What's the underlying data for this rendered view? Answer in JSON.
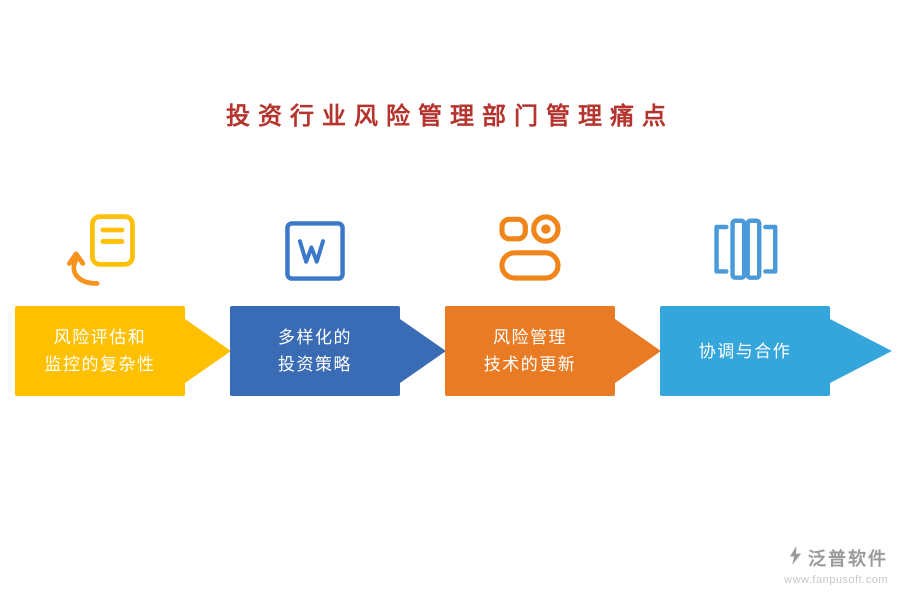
{
  "title": {
    "text": "投资行业风险管理部门管理痛点",
    "color": "#B5342E"
  },
  "steps": [
    {
      "icon": "document-return-arrow-icon",
      "label": "风险评估和\n监控的复杂性",
      "color": "#FFC000",
      "icon_color": "#FFC107",
      "icon_accent": "#F7941D"
    },
    {
      "icon": "w-square-icon",
      "label": "多样化的\n投资策略",
      "color": "#3A6BB5",
      "icon_color": "#3B78C9"
    },
    {
      "icon": "record-panel-icon",
      "label": "风险管理\n技术的更新",
      "color": "#E87B23",
      "icon_color": "#F08519"
    },
    {
      "icon": "book-columns-icon",
      "label": "协调与合作",
      "color": "#35A6DC",
      "icon_color": "#4A9AD9"
    }
  ],
  "footer": {
    "brand": "泛普软件",
    "website": "www.fanpusoft.com",
    "brand_color": "#9A9A9A",
    "website_color": "#C8C8C8"
  }
}
